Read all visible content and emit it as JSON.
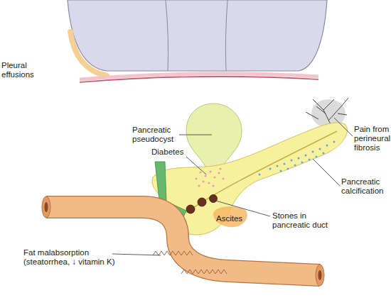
{
  "diagram": {
    "labels": [
      "Pleural effusions",
      "Pancreatic pseudocyst",
      "Diabetes",
      "Pain from perineural fibrosis",
      "Pancreatic calcification",
      "Stones in pancreatic duct",
      "Ascites",
      "Fat malabsorption (steatorrhea, ↓ vitamin K)"
    ]
  }
}
